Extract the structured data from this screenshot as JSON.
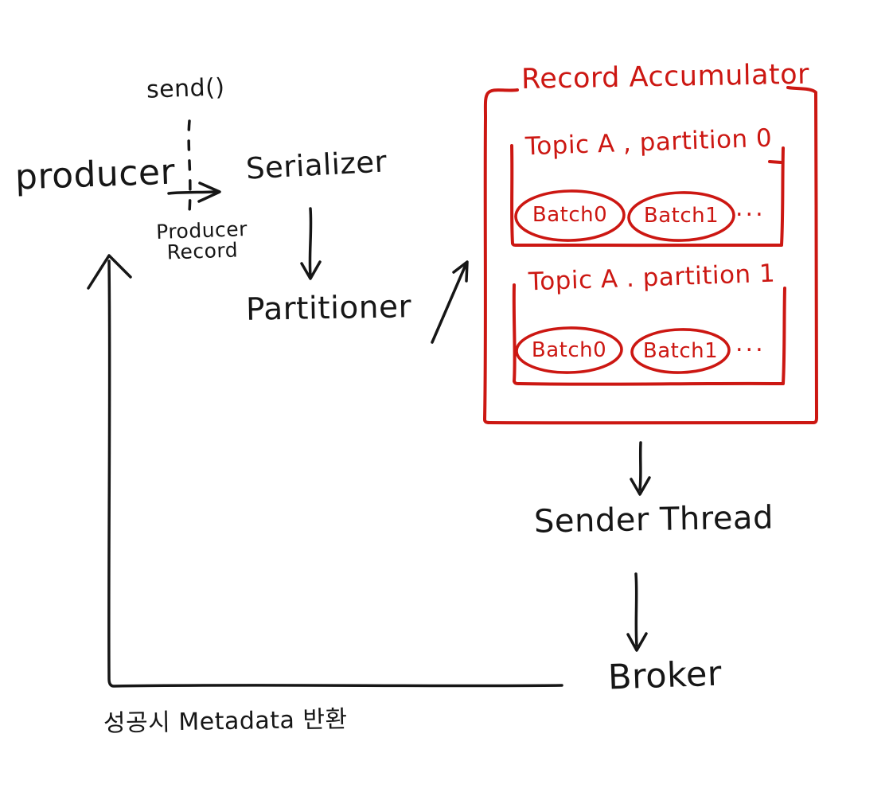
{
  "colors": {
    "ink": "#161616",
    "accent_red": "#cc1712",
    "background": "#ffffff"
  },
  "labels": {
    "send_call": "send()",
    "producer": "producer",
    "serializer": "Serializer",
    "producer_record": {
      "line1": "Producer",
      "line2": "Record"
    },
    "partitioner": "Partitioner",
    "accumulator": {
      "title": "Record Accumulator",
      "partitions": [
        {
          "label": "Topic A , partition 0",
          "batches": [
            "Batch0",
            "Batch1"
          ],
          "more": "..."
        },
        {
          "label": "Topic A . partition 1",
          "batches": [
            "Batch0",
            "Batch1"
          ],
          "more": "..."
        }
      ]
    },
    "sender_thread": "Sender Thread",
    "broker": "Broker",
    "return_note": "성공시 Metadata 반환"
  }
}
